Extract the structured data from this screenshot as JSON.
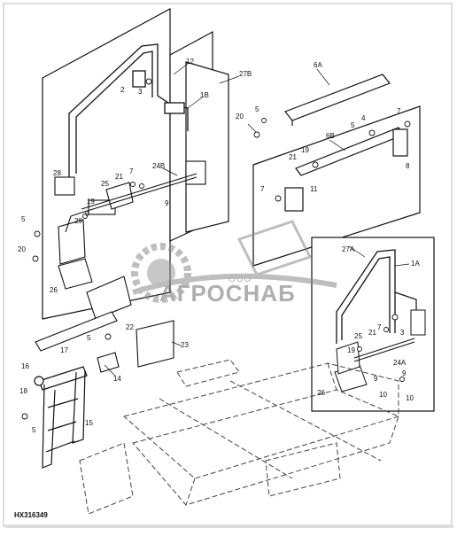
{
  "drawing": {
    "code": "HX316349"
  },
  "callouts": [
    "1A",
    "1B",
    "2",
    "3",
    "4",
    "5",
    "6A",
    "6B",
    "7",
    "8",
    "9",
    "10",
    "11",
    "12",
    "14",
    "15",
    "16",
    "17",
    "18",
    "19",
    "20",
    "21",
    "22",
    "23",
    "24A",
    "24B",
    "25",
    "26",
    "27A",
    "27B",
    "28",
    "29"
  ],
  "watermark": {
    "small": "ООО",
    "large": "АГРОСНАБ"
  },
  "colors": {
    "line": "#111111",
    "hidden": "#444444",
    "watermark": "#8a8a8a"
  }
}
